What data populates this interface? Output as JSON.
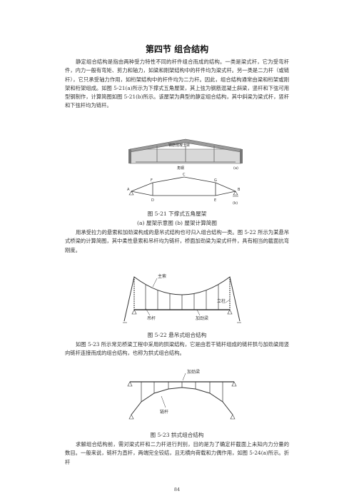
{
  "section_title": "第四节  组合结构",
  "paragraphs": [
    "静定组合结构是指由两种受力特性不同的杆件组合而成的结构。一类是梁式杆，它为受弯杆件，内力一般有弯矩、剪力和轴力，如梁和刚架结构中的杆件均为梁式杆。另一类是二力杆（或链杆），它只承受轴力作用，如桁架结构中的杆件均为二力杆。因此，组合结构通常由梁和桁架或刚架和桁架组成。如图 5-21(a)所示为下撑式五角屋架，其上弦为钢筋混凝土斜梁，竖杆和下弦可用型钢制作，计算简图如图 5-21(b)所示。该屋架为典型的静定组合结构，其中斜梁为梁式杆，竖杆和下弦杆均为链杆。",
    "用承受拉力的悬索和加劲梁构成的悬吊式结构也可归入组合结构一类。图 5-22 所示为某悬吊式桥梁的计算简图，其中柔性悬索和吊杆均为链杆，桥面加劲梁为梁式杆件，具有相当的截面抗弯刚度。",
    "如图 5-23 所示常见桥梁工程中采用的拱梁结构，它是由若干链杆组成的链杆拱与加劲梁用竖向链杆连接而成的组合结构，也称为拱式组合结构。",
    "求解组合结构前，需对梁式杆和二力杆进行判别，目的是为了确定杆截面上未知内力分量的数目。一般来说，链杆为直杆，两端完全铰结，且无横向荷载和力偶作用，如图 5-24(a)所示。折杆"
  ],
  "fig21": {
    "label_concrete": "钢筋混凝土梁",
    "label_steel": "角钢",
    "tag_a": "(a)",
    "tag_b": "(b)",
    "nodes": {
      "A": "A",
      "B": "B",
      "C": "C",
      "D": "D",
      "E": "E",
      "F": "F",
      "G": "G"
    },
    "caption": "图 5-21   下撑式五角屋架",
    "subcaption": "(a) 屋架示意图  (b) 屋架计算简图"
  },
  "fig22": {
    "label_cable": "主索",
    "label_column": "立柱",
    "label_hanger": "吊杆",
    "label_girder": "加劲梁",
    "caption": "图 5-22 悬吊式组合结构"
  },
  "fig23": {
    "label_girder": "加劲梁",
    "label_link": "链杆",
    "caption": "图 5-23 拱式组合结构"
  },
  "page_number": "84"
}
